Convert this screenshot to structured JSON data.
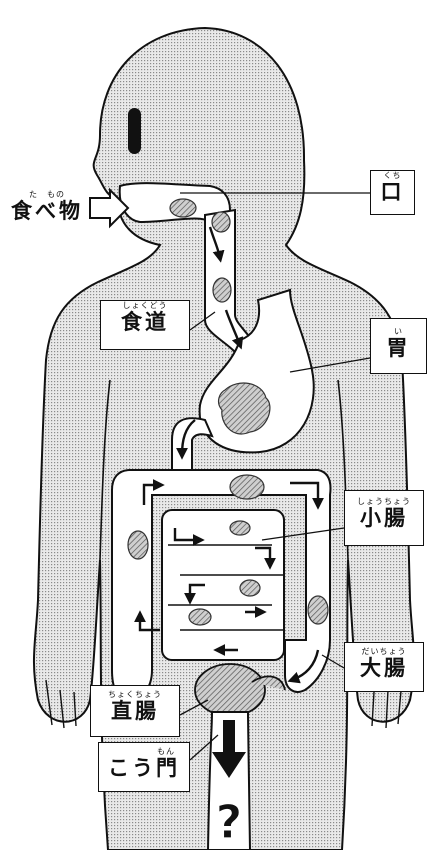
{
  "labels": {
    "food": {
      "ruby": "た　もの",
      "text": "食べ物"
    },
    "mouth": {
      "ruby": "くち",
      "text": "口"
    },
    "esophagus": {
      "ruby": "しょくどう",
      "text": "食道"
    },
    "stomach": {
      "ruby": "い",
      "text": "胃"
    },
    "small_intestine": {
      "ruby": "しょうちょう",
      "text": "小腸"
    },
    "large_intestine": {
      "ruby": "だいちょう",
      "text": "大腸"
    },
    "rectum": {
      "ruby": "ちょくちょう",
      "text": "直腸"
    },
    "anus": {
      "ruby": "もん",
      "text": "こう門"
    }
  },
  "end_symbol": "?"
}
